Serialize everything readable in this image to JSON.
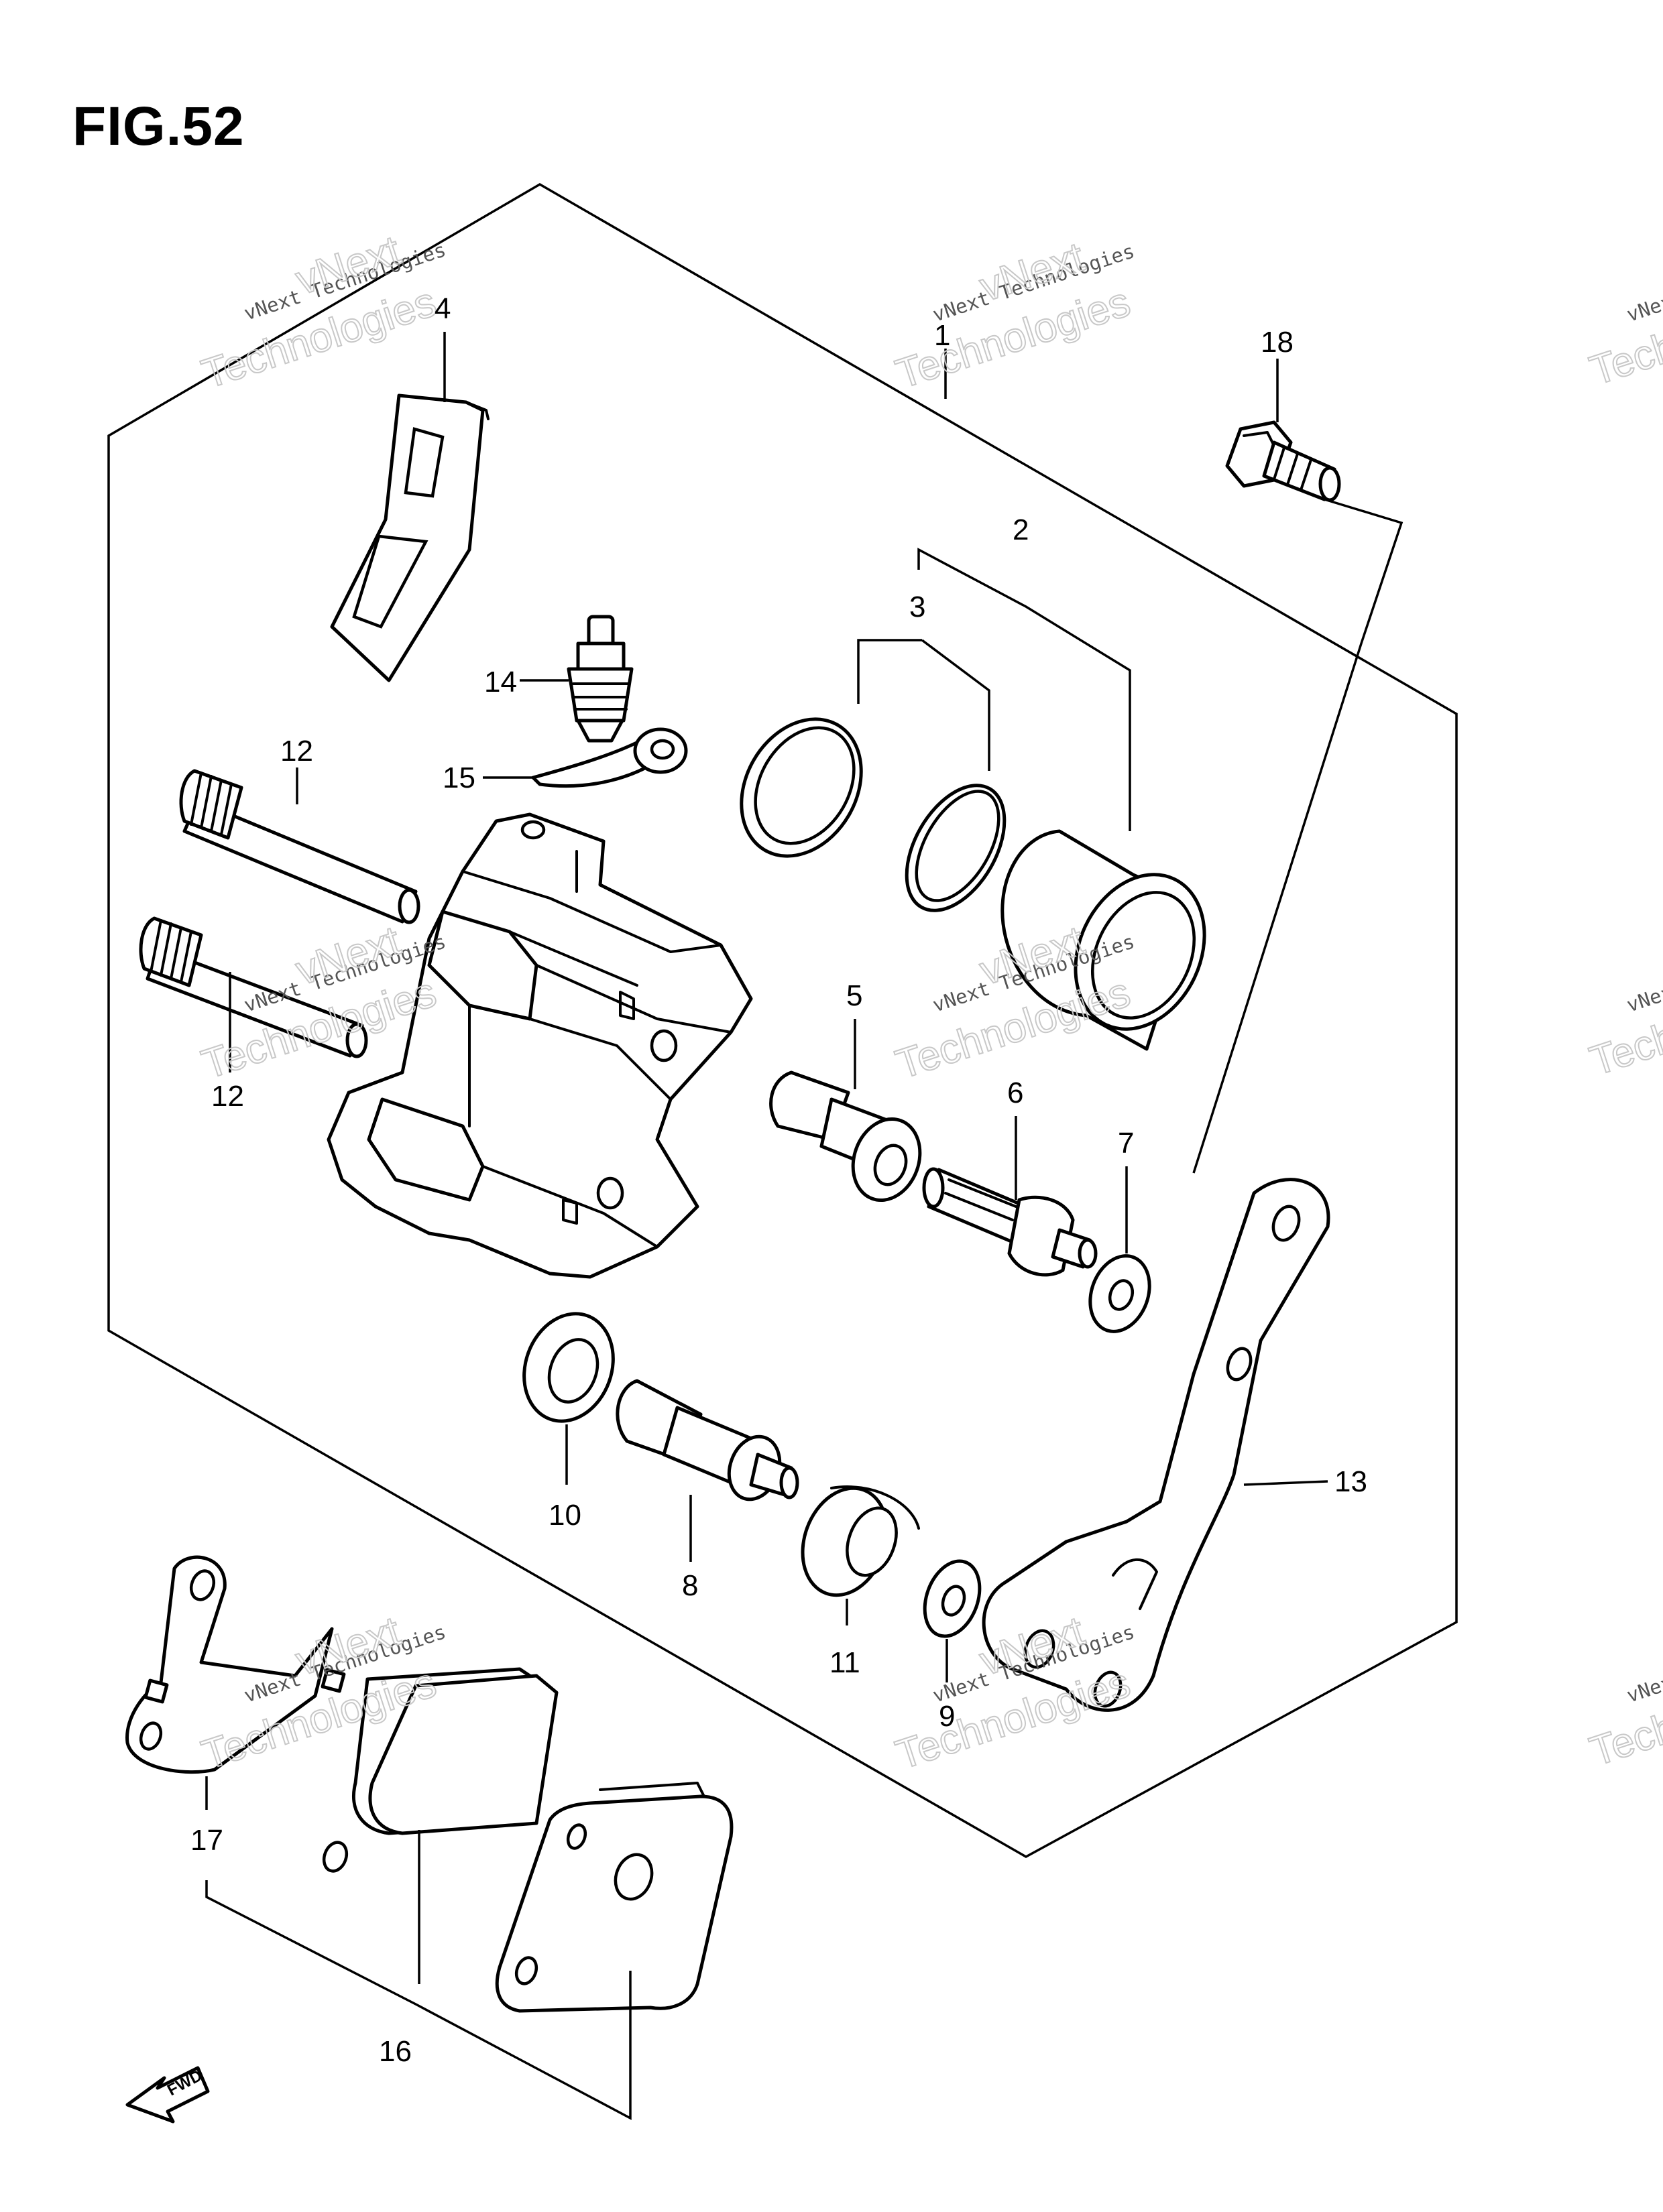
{
  "figure": {
    "title": "FIG.52"
  },
  "callouts": {
    "c1": "1",
    "c2": "2",
    "c3": "3",
    "c4": "4",
    "c5": "5",
    "c6": "6",
    "c7": "7",
    "c8": "8",
    "c9": "9",
    "c10": "10",
    "c11": "11",
    "c12a": "12",
    "c12b": "12",
    "c13": "13",
    "c14": "14",
    "c15": "15",
    "c16": "16",
    "c17": "17",
    "c18": "18"
  },
  "direction_arrow": {
    "label": "FWD"
  },
  "watermark": {
    "line1": "vNext Technologies",
    "line2": "vNext",
    "line3": "Technologies"
  }
}
